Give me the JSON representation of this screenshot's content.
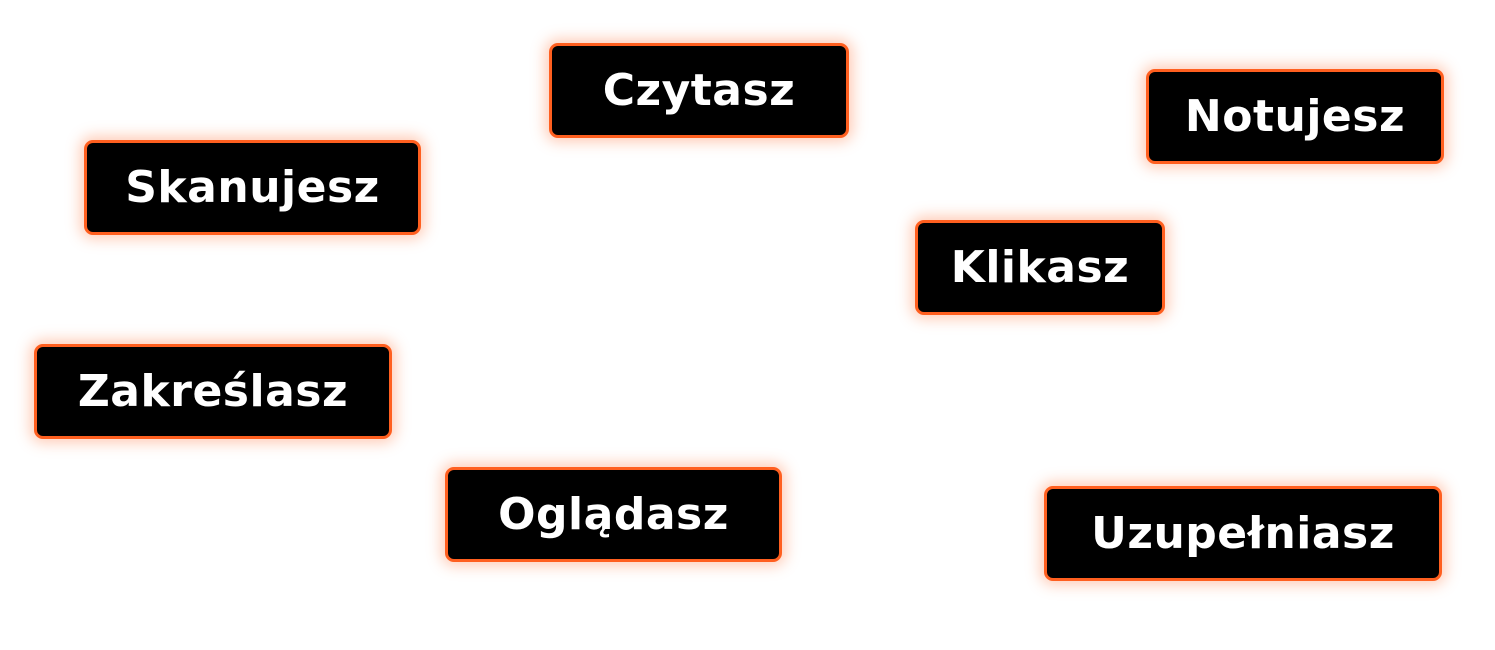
{
  "accent_color": "#ff5f1f",
  "tags": [
    {
      "label": "Czytasz"
    },
    {
      "label": "Notujesz"
    },
    {
      "label": "Skanujesz"
    },
    {
      "label": "Klikasz"
    },
    {
      "label": "Zakreślasz"
    },
    {
      "label": "Oglądasz"
    },
    {
      "label": "Uzupełniasz"
    }
  ]
}
